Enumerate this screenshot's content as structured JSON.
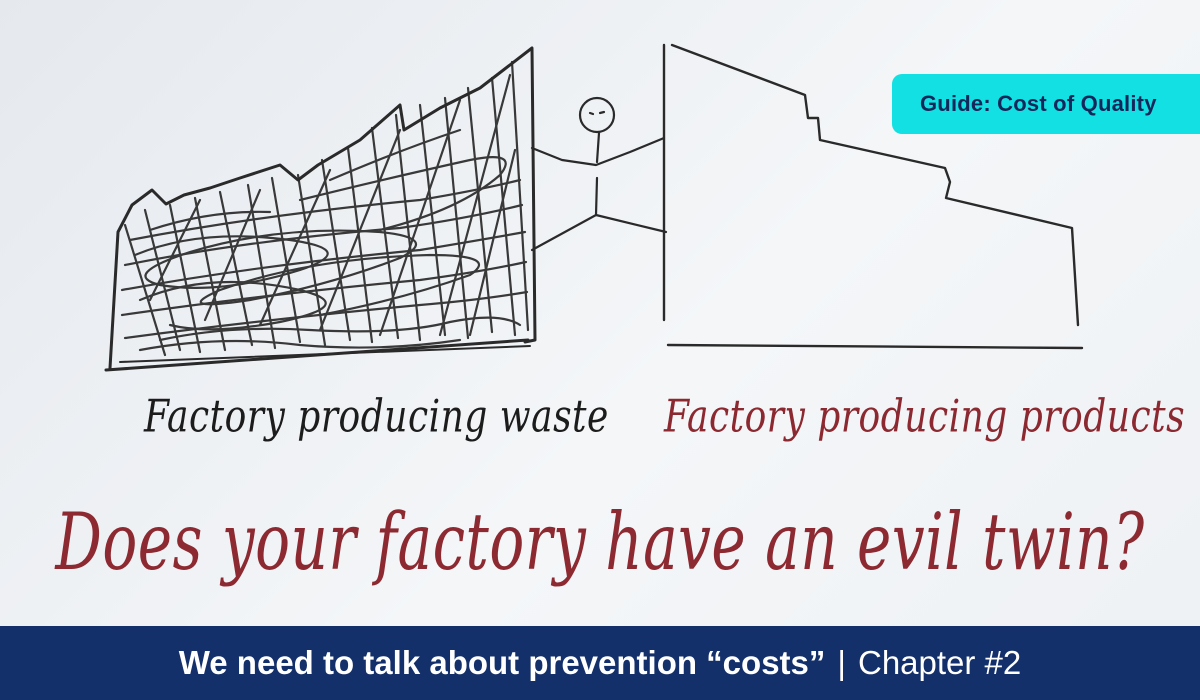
{
  "badge": {
    "label": "Guide: Cost of Quality",
    "color": "#12e0e3",
    "text_color": "#13275a"
  },
  "illustration": {
    "waste_factory_caption": "Factory producing waste",
    "product_factory_caption": "Factory producing products",
    "waste_caption_color": "#1c1c1c",
    "product_caption_color": "#8c2830",
    "icons": [
      "scribbled-factory-icon",
      "stick-figure-icon",
      "clean-factory-icon"
    ]
  },
  "headline": {
    "text": "Does your factory have an evil twin?",
    "color": "#8d2a31"
  },
  "footer": {
    "main_text": "We need to talk about prevention “costs”",
    "separator": "|",
    "chapter_text": "Chapter #2",
    "background": "#14306a"
  }
}
